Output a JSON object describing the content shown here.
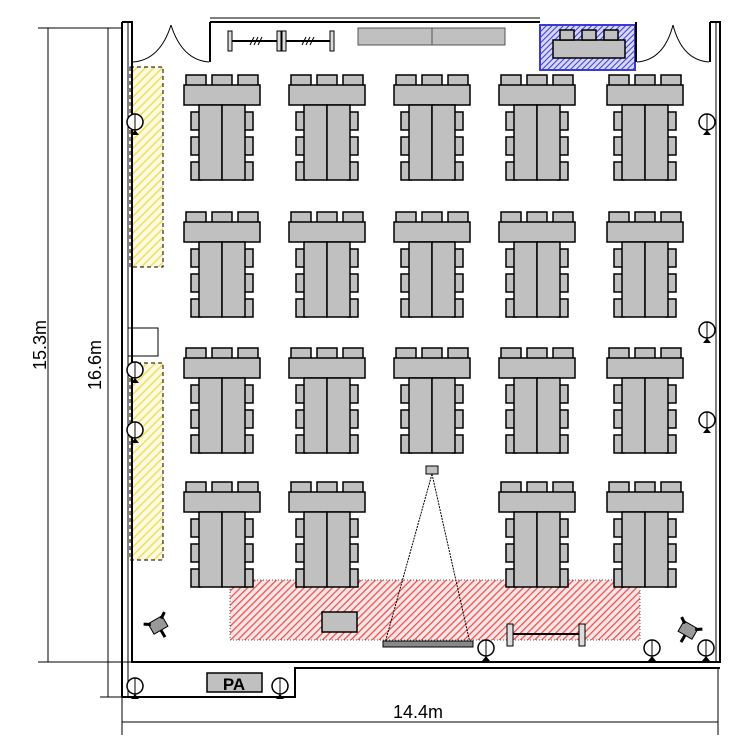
{
  "dimensions": {
    "height_outer": "15.3m",
    "height_inner": "16.6m",
    "width": "14.4m"
  },
  "equipment": {
    "pa_label": "PA"
  },
  "layout_grid": {
    "rows": 4,
    "cols": 5,
    "empty_cells": [
      [
        3,
        2
      ]
    ]
  },
  "colors": {
    "table_fill": "#c0c0c0",
    "yellow_zone": "#f2e26a",
    "red_zone": "#e85a5a",
    "blue_zone": "#3b3bd0"
  }
}
